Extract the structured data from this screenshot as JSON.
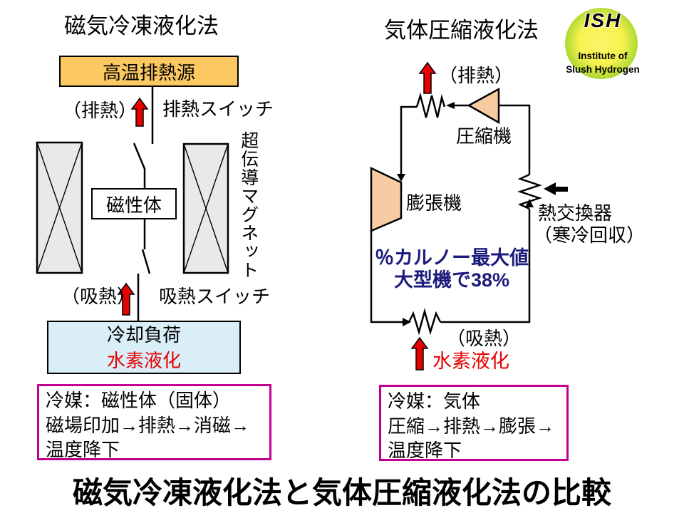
{
  "left": {
    "title": "磁気冷凍液化法",
    "heat_source_box": "高温排熱源",
    "heat_out_label": "（排熱）",
    "heat_out_switch_label": "排熱スイッチ",
    "magnet_label": "超伝導マグネット",
    "magnetic_body_box": "磁性体",
    "heat_in_label": "（吸熱）",
    "heat_in_switch_label": "吸熱スイッチ",
    "load_box_line1": "冷却負荷",
    "load_box_line2": "水素液化",
    "note_lines": [
      "冷媒：磁性体（固体）",
      "磁場印加→排熱→消磁→",
      "温度降下"
    ]
  },
  "right": {
    "title": "気体圧縮液化法",
    "heat_out_label": "（排熱）",
    "compressor_label": "圧縮機",
    "expander_label": "膨張機",
    "heat_exchanger_line1": "熱交換器",
    "heat_exchanger_line2": "（寒冷回収）",
    "carnot_line1": "％カルノー最大値",
    "carnot_line2": "大型機で38%",
    "heat_in_label": "（吸熱）",
    "hydrogen_label": "水素液化",
    "note_lines": [
      "冷媒：気体",
      "圧縮→排熱→膨張→",
      "温度降下"
    ]
  },
  "logo": {
    "acronym": "ISH",
    "line1": "Institute of",
    "line2": "Slush Hydrogen"
  },
  "footer_title": "磁気冷凍液化法と気体圧縮液化法の比較",
  "colors": {
    "heat_source_fill": "#fbc861",
    "load_fill": "#daeef8",
    "magnet_fill": "#e9e9e9",
    "machine_fill": "#f8cba2",
    "note_border": "#c2008f",
    "carnot_text": "#1b1b7e",
    "red_accent": "#e60000",
    "logo_green": "#9ed32b",
    "logo_yellow": "#f8f24f"
  }
}
